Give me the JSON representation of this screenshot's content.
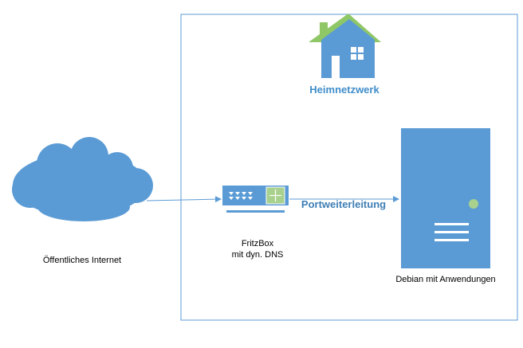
{
  "home_network": {
    "title": "Heimnetzwerk"
  },
  "internet": {
    "label": "Öffentliches Internet"
  },
  "router": {
    "label_line1": "FritzBox",
    "label_line2": "mit dyn. DNS"
  },
  "connection": {
    "label": "Portweiterleitung"
  },
  "server": {
    "label": "Debian mit Anwendungen"
  },
  "colors": {
    "blue": "#5b9bd5",
    "roof_green": "#8fc766",
    "led_green": "#a9d18e",
    "title_blue": "#3f8dc9"
  },
  "icons": {
    "house": "house-icon",
    "cloud": "cloud-icon",
    "router": "router-icon",
    "server": "server-icon"
  }
}
